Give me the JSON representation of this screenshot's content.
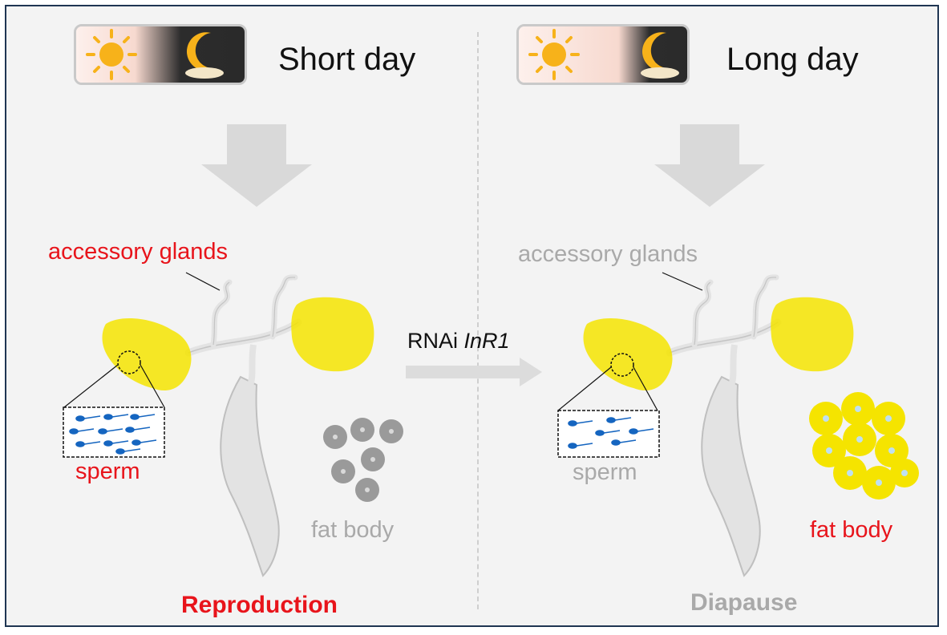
{
  "left_panel": {
    "title": "Short day",
    "gland_label": "accessory glands",
    "sperm_label": "sperm",
    "fat_label": "fat body",
    "outcome": "Reproduction"
  },
  "right_panel": {
    "title": "Long day",
    "gland_label": "accessory glands",
    "sperm_label": "sperm",
    "fat_label": "fat body",
    "outcome": "Diapause"
  },
  "treatment": {
    "prefix": "RNAi",
    "gene": "InR1"
  },
  "colors": {
    "highlight": "#e8141b",
    "muted": "#a9a9a9",
    "fat_active": "#f5e400",
    "fat_inactive": "#9a9a9a",
    "sperm": "#1565c0",
    "frame": "#1f3552"
  }
}
